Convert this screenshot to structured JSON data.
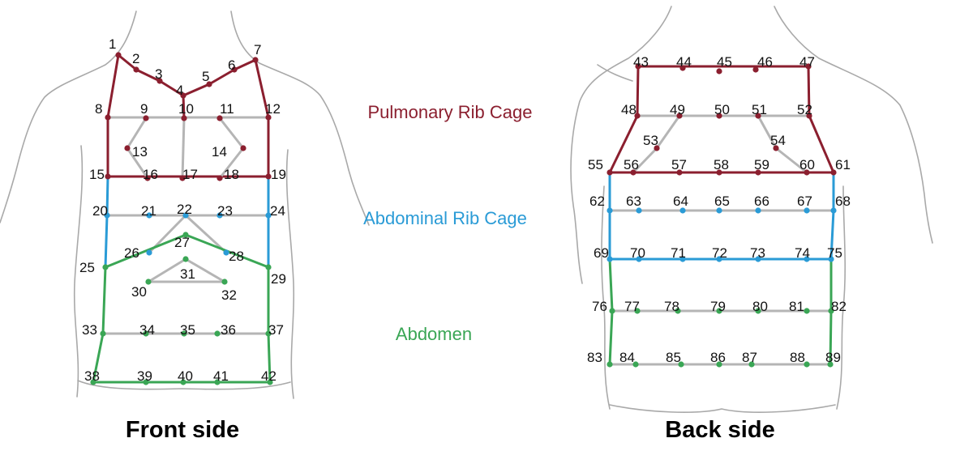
{
  "regions": {
    "pulmonary": {
      "label": "Pulmonary Rib Cage",
      "color": "#8b1f2f"
    },
    "abdominal": {
      "label": "Abdominal Rib Cage",
      "color": "#2a9bd6"
    },
    "abdomen": {
      "label": "Abdomen",
      "color": "#3aa655"
    }
  },
  "captions": {
    "front": "Front side",
    "back": "Back side"
  },
  "neutral_color": "#b5b5b5",
  "markers": [
    {
      "id": "1",
      "r": "pulmonary"
    },
    {
      "id": "2",
      "r": "pulmonary"
    },
    {
      "id": "3",
      "r": "pulmonary"
    },
    {
      "id": "4",
      "r": "pulmonary"
    },
    {
      "id": "5",
      "r": "pulmonary"
    },
    {
      "id": "6",
      "r": "pulmonary"
    },
    {
      "id": "7",
      "r": "pulmonary"
    },
    {
      "id": "8",
      "r": "pulmonary"
    },
    {
      "id": "9",
      "r": "pulmonary"
    },
    {
      "id": "10",
      "r": "pulmonary"
    },
    {
      "id": "11",
      "r": "pulmonary"
    },
    {
      "id": "12",
      "r": "pulmonary"
    },
    {
      "id": "13",
      "r": "pulmonary"
    },
    {
      "id": "14",
      "r": "pulmonary"
    },
    {
      "id": "15",
      "r": "pulmonary"
    },
    {
      "id": "16",
      "r": "pulmonary"
    },
    {
      "id": "17",
      "r": "pulmonary"
    },
    {
      "id": "18",
      "r": "pulmonary"
    },
    {
      "id": "19",
      "r": "pulmonary"
    },
    {
      "id": "20",
      "r": "abdominal"
    },
    {
      "id": "21",
      "r": "abdominal"
    },
    {
      "id": "22",
      "r": "abdominal"
    },
    {
      "id": "23",
      "r": "abdominal"
    },
    {
      "id": "24",
      "r": "abdominal"
    },
    {
      "id": "25",
      "r": "abdomen"
    },
    {
      "id": "26",
      "r": "abdominal"
    },
    {
      "id": "27",
      "r": "abdomen"
    },
    {
      "id": "28",
      "r": "abdominal"
    },
    {
      "id": "29",
      "r": "abdomen"
    },
    {
      "id": "30",
      "r": "abdomen"
    },
    {
      "id": "31",
      "r": "abdomen"
    },
    {
      "id": "32",
      "r": "abdomen"
    },
    {
      "id": "33",
      "r": "abdomen"
    },
    {
      "id": "34",
      "r": "abdomen"
    },
    {
      "id": "35",
      "r": "abdomen"
    },
    {
      "id": "36",
      "r": "abdomen"
    },
    {
      "id": "37",
      "r": "abdomen"
    },
    {
      "id": "38",
      "r": "abdomen"
    },
    {
      "id": "39",
      "r": "abdomen"
    },
    {
      "id": "40",
      "r": "abdomen"
    },
    {
      "id": "41",
      "r": "abdomen"
    },
    {
      "id": "42",
      "r": "abdomen"
    },
    {
      "id": "43",
      "r": "pulmonary"
    },
    {
      "id": "44",
      "r": "pulmonary"
    },
    {
      "id": "45",
      "r": "pulmonary"
    },
    {
      "id": "46",
      "r": "pulmonary"
    },
    {
      "id": "47",
      "r": "pulmonary"
    },
    {
      "id": "48",
      "r": "pulmonary"
    },
    {
      "id": "49",
      "r": "pulmonary"
    },
    {
      "id": "50",
      "r": "pulmonary"
    },
    {
      "id": "51",
      "r": "pulmonary"
    },
    {
      "id": "52",
      "r": "pulmonary"
    },
    {
      "id": "53",
      "r": "pulmonary"
    },
    {
      "id": "54",
      "r": "pulmonary"
    },
    {
      "id": "55",
      "r": "pulmonary"
    },
    {
      "id": "56",
      "r": "pulmonary"
    },
    {
      "id": "57",
      "r": "pulmonary"
    },
    {
      "id": "58",
      "r": "pulmonary"
    },
    {
      "id": "59",
      "r": "pulmonary"
    },
    {
      "id": "60",
      "r": "pulmonary"
    },
    {
      "id": "61",
      "r": "pulmonary"
    },
    {
      "id": "62",
      "r": "abdominal"
    },
    {
      "id": "63",
      "r": "abdominal"
    },
    {
      "id": "64",
      "r": "abdominal"
    },
    {
      "id": "65",
      "r": "abdominal"
    },
    {
      "id": "66",
      "r": "abdominal"
    },
    {
      "id": "67",
      "r": "abdominal"
    },
    {
      "id": "68",
      "r": "abdominal"
    },
    {
      "id": "69",
      "r": "abdominal"
    },
    {
      "id": "70",
      "r": "abdominal"
    },
    {
      "id": "71",
      "r": "abdominal"
    },
    {
      "id": "72",
      "r": "abdominal"
    },
    {
      "id": "73",
      "r": "abdominal"
    },
    {
      "id": "74",
      "r": "abdominal"
    },
    {
      "id": "75",
      "r": "abdominal"
    },
    {
      "id": "76",
      "r": "abdomen"
    },
    {
      "id": "77",
      "r": "abdomen"
    },
    {
      "id": "78",
      "r": "abdomen"
    },
    {
      "id": "79",
      "r": "abdomen"
    },
    {
      "id": "80",
      "r": "abdomen"
    },
    {
      "id": "81",
      "r": "abdomen"
    },
    {
      "id": "82",
      "r": "abdomen"
    },
    {
      "id": "83",
      "r": "abdomen"
    },
    {
      "id": "84",
      "r": "abdomen"
    },
    {
      "id": "85",
      "r": "abdomen"
    },
    {
      "id": "86",
      "r": "abdomen"
    },
    {
      "id": "87",
      "r": "abdomen"
    },
    {
      "id": "88",
      "r": "abdomen"
    },
    {
      "id": "89",
      "r": "abdomen"
    }
  ],
  "links": [
    [
      "1",
      "2",
      "pulmonary"
    ],
    [
      "2",
      "3",
      "pulmonary"
    ],
    [
      "3",
      "4",
      "pulmonary"
    ],
    [
      "4",
      "5",
      "pulmonary"
    ],
    [
      "5",
      "6",
      "pulmonary"
    ],
    [
      "6",
      "7",
      "pulmonary"
    ],
    [
      "1",
      "8",
      "pulmonary"
    ],
    [
      "7",
      "12",
      "pulmonary"
    ],
    [
      "8",
      "15",
      "pulmonary"
    ],
    [
      "12",
      "19",
      "pulmonary"
    ],
    [
      "15",
      "19",
      "pulmonary"
    ],
    [
      "4",
      "10",
      "pulmonary"
    ],
    [
      "8",
      "12",
      "neutral"
    ],
    [
      "10",
      "17",
      "neutral"
    ],
    [
      "9",
      "13",
      "neutral"
    ],
    [
      "13",
      "16",
      "neutral"
    ],
    [
      "11",
      "14",
      "neutral"
    ],
    [
      "14",
      "18",
      "neutral"
    ],
    [
      "15",
      "20",
      "abdominal"
    ],
    [
      "20",
      "25",
      "abdominal"
    ],
    [
      "19",
      "24",
      "abdominal"
    ],
    [
      "24",
      "29",
      "abdominal"
    ],
    [
      "20",
      "24",
      "neutral"
    ],
    [
      "22",
      "26",
      "neutral"
    ],
    [
      "22",
      "28",
      "neutral"
    ],
    [
      "25",
      "27",
      "abdomen"
    ],
    [
      "27",
      "29",
      "abdomen"
    ],
    [
      "30",
      "31",
      "neutral"
    ],
    [
      "31",
      "32",
      "neutral"
    ],
    [
      "30",
      "32",
      "neutral"
    ],
    [
      "25",
      "33",
      "abdomen"
    ],
    [
      "29",
      "37",
      "abdomen"
    ],
    [
      "33",
      "37",
      "neutral"
    ],
    [
      "33",
      "38",
      "abdomen"
    ],
    [
      "37",
      "42",
      "abdomen"
    ],
    [
      "38",
      "42",
      "abdomen"
    ],
    [
      "43",
      "47",
      "pulmonary"
    ],
    [
      "43",
      "48",
      "pulmonary"
    ],
    [
      "47",
      "52",
      "pulmonary"
    ],
    [
      "48",
      "55",
      "pulmonary"
    ],
    [
      "52",
      "61",
      "pulmonary"
    ],
    [
      "55",
      "61",
      "pulmonary"
    ],
    [
      "48",
      "52",
      "neutral"
    ],
    [
      "49",
      "53",
      "neutral"
    ],
    [
      "53",
      "56",
      "neutral"
    ],
    [
      "51",
      "54",
      "neutral"
    ],
    [
      "54",
      "60",
      "neutral"
    ],
    [
      "55",
      "62",
      "abdominal"
    ],
    [
      "62",
      "69",
      "abdominal"
    ],
    [
      "61",
      "68",
      "abdominal"
    ],
    [
      "68",
      "75",
      "abdominal"
    ],
    [
      "69",
      "75",
      "abdominal"
    ],
    [
      "62",
      "68",
      "neutral"
    ],
    [
      "69",
      "76",
      "abdomen"
    ],
    [
      "75",
      "82",
      "abdomen"
    ],
    [
      "76",
      "83",
      "abdomen"
    ],
    [
      "82",
      "89",
      "abdomen"
    ],
    [
      "76",
      "82",
      "neutral"
    ],
    [
      "83",
      "89",
      "neutral"
    ]
  ]
}
